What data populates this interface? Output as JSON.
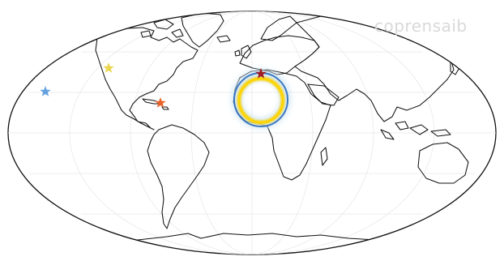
{
  "watermark": "coprensaib",
  "projection": "mollweide",
  "colors": {
    "coastline": "#111111",
    "graticule": "#e6e6e6",
    "ring_yellow": "#f6d000",
    "ring_glow": "#cde4f2",
    "ring_blue": "#1f64b8"
  },
  "markers": [
    {
      "name": "blue-star",
      "color": "#4a90d9",
      "icon": "star-icon"
    },
    {
      "name": "yellow-star",
      "color": "#e8d13a",
      "icon": "star-icon"
    },
    {
      "name": "orange-star",
      "color": "#e8632a",
      "icon": "star-icon"
    },
    {
      "name": "red-star",
      "color": "#9c1c24",
      "icon": "star-icon"
    }
  ]
}
